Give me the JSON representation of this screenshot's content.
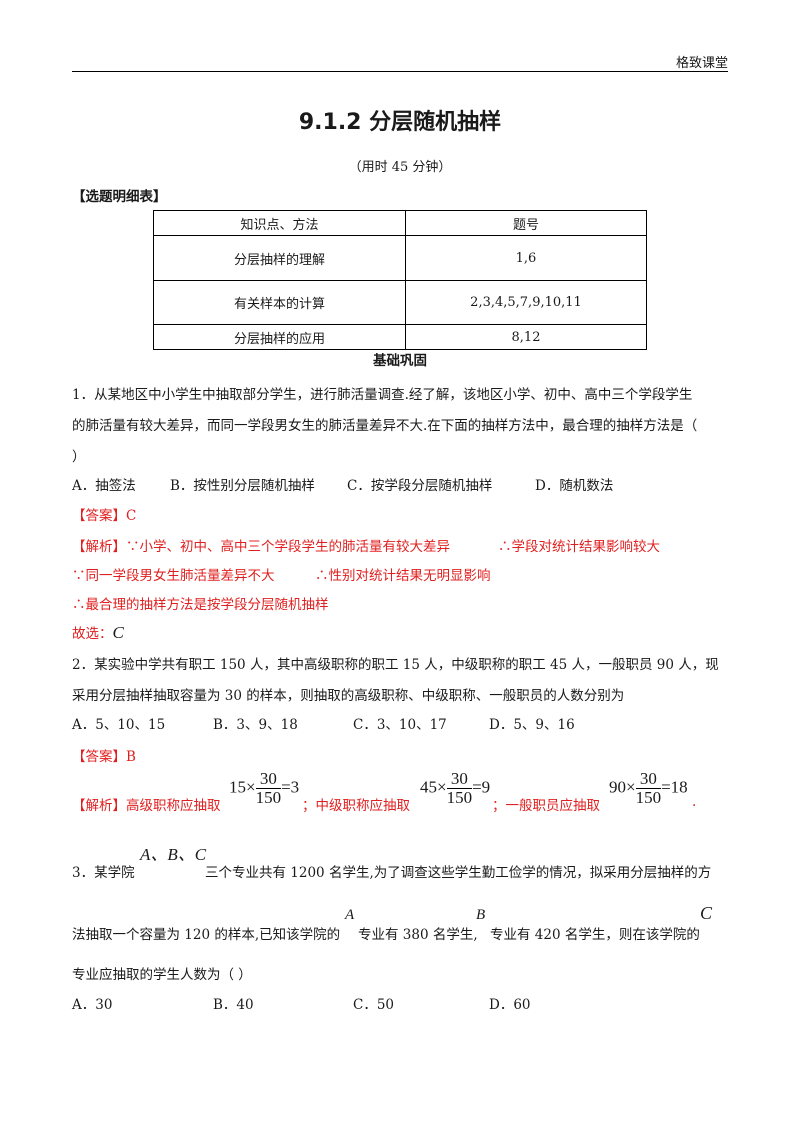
{
  "header": {
    "brand": "格致课堂"
  },
  "title": "9.1.2  分层随机抽样",
  "subtitle": "（用时 45 分钟）",
  "detail_table": {
    "heading": "【选题明细表】",
    "columns": [
      "知识点、方法",
      "题号"
    ],
    "rows": [
      [
        "分层抽样的理解",
        "1,6"
      ],
      [
        "有关样本的计算",
        "2,3,4,5,7,9,10,11"
      ],
      [
        "分层抽样的应用",
        "8,12"
      ]
    ]
  },
  "section": "基础巩固",
  "q1": {
    "line1": "1．从某地区中小学生中抽取部分学生，进行肺活量调查.经了解，该地区小学、初中、高中三个学段学生",
    "line2": "的肺活量有较大差异，而同一学段男女生的肺活量差异不大.在下面的抽样方法中，最合理的抽样方法是（",
    "line3": "）",
    "options": [
      "A．抽签法",
      "B．按性别分层随机抽样",
      "C．按学段分层随机抽样",
      "D．随机数法"
    ],
    "answer": "【答案】C",
    "analysis_label": "【解析】",
    "a1a": "∵小学、初中、高中三个学段学生的肺活量有较大差异",
    "a1b": "∴学段对统计结果影响较大",
    "a2a": "∵同一学段男女生肺活量差异不大",
    "a2b": "∴性别对统计结果无明显影响",
    "a3": "∴最合理的抽样方法是按学段分层随机抽样",
    "conclusion_label": "故选：",
    "conclusion_value": "C"
  },
  "q2": {
    "line1": "2．某实验中学共有职工 150 人，其中高级职称的职工 15 人，中级职称的职工 45 人，一般职员 90 人，现",
    "line2": "采用分层抽样抽取容量为 30 的样本，则抽取的高级职称、中级职称、一般职员的人数分别为",
    "options": [
      "A．5、10、15",
      "B．3、9、18",
      "C．3、10、17",
      "D．5、9、16"
    ],
    "answer": "【答案】B",
    "analysis_label": "【解析】",
    "part1": "高级职称应抽取",
    "part2": "；中级职称应抽取",
    "part3": "；一般职员应抽取",
    "end": ".",
    "f1": {
      "pre": "15×",
      "num": "30",
      "den": "150",
      "post": "=3"
    },
    "f2": {
      "pre": "45×",
      "num": "30",
      "den": "150",
      "post": "=9"
    },
    "f3": {
      "pre": "90×",
      "num": "30",
      "den": "150",
      "post": "=18"
    }
  },
  "q3": {
    "num": "3．某学院",
    "majors": "A、B、C",
    "l1rest": "三个专业共有 1200 名学生,为了调查这些学生勤工俭学的情况，拟采用分层抽样的方",
    "l2a": "法抽取一个容量为 120 的样本,已知该学院的",
    "varA": "A",
    "l2b": "专业有 380 名学生,",
    "varB": "B",
    "l2c": "专业有 420 名学生，则在该学院的",
    "varC": "C",
    "line3": "专业应抽取的学生人数为（     ）",
    "options": [
      "A．30",
      "B．40",
      "C．50",
      "D．60"
    ]
  }
}
